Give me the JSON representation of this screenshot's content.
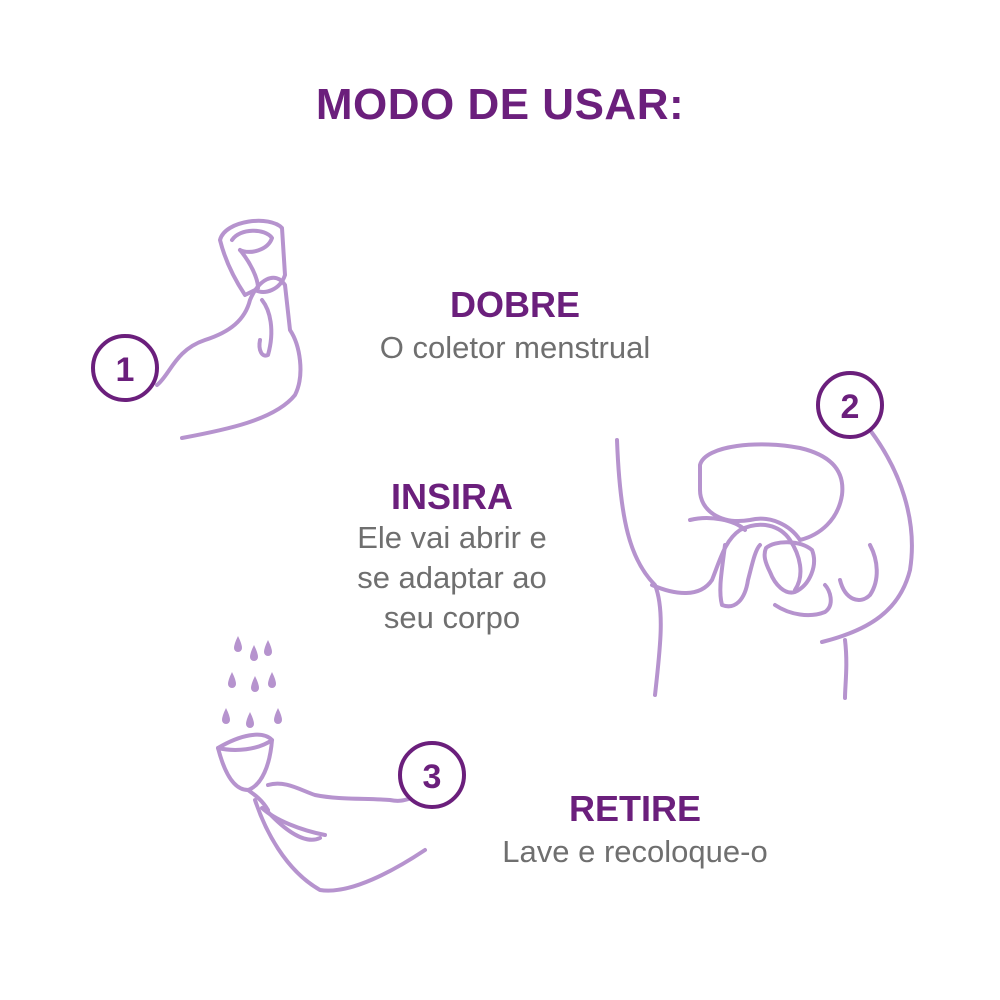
{
  "title": "MODO DE USAR:",
  "steps": [
    {
      "number": "1",
      "heading": "DOBRE",
      "lines": [
        "O coletor menstrual"
      ]
    },
    {
      "number": "2",
      "heading": "INSIRA",
      "lines": [
        "Ele vai abrir e",
        "se adaptar ao",
        "seu corpo"
      ]
    },
    {
      "number": "3",
      "heading": "RETIRE",
      "lines": [
        "Lave e recoloque-o"
      ]
    }
  ],
  "colors": {
    "heading": "#6b1f7c",
    "text": "#6f6f6f",
    "illustration": "#b693ce"
  },
  "icons": [
    "hand-folding-cup-icon",
    "body-cross-section-icon",
    "hand-washing-cup-icon",
    "water-drops-icon"
  ]
}
